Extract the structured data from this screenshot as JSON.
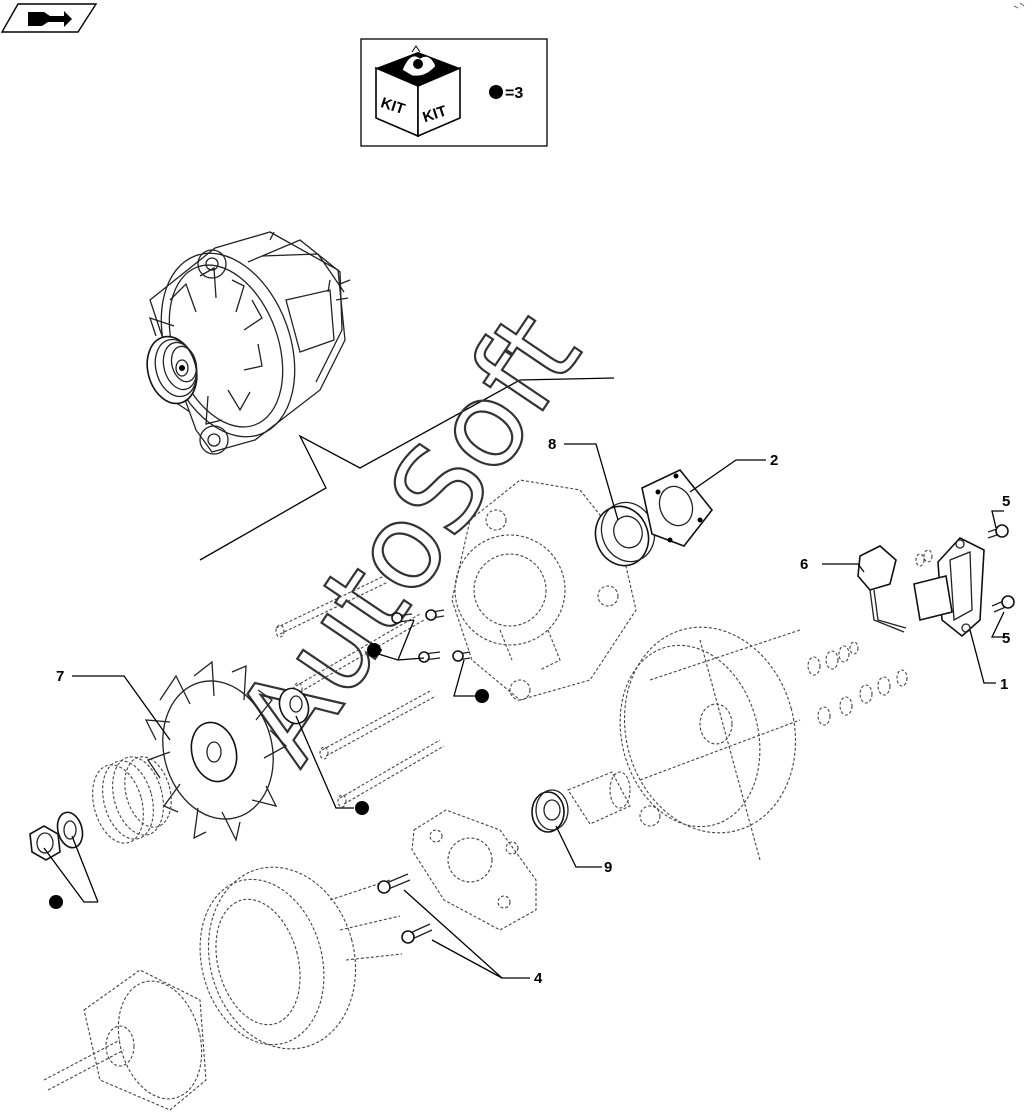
{
  "kit_legend": {
    "box_words": [
      "KIT",
      "KIT"
    ],
    "equals_text": "=3"
  },
  "watermark": "AutoSoft",
  "callouts": [
    {
      "id": "c1",
      "label": "1"
    },
    {
      "id": "c2",
      "label": "2"
    },
    {
      "id": "c4",
      "label": "4"
    },
    {
      "id": "c5a",
      "label": "5"
    },
    {
      "id": "c5b",
      "label": "5"
    },
    {
      "id": "c6",
      "label": "6"
    },
    {
      "id": "c7",
      "label": "7"
    },
    {
      "id": "c8",
      "label": "8"
    },
    {
      "id": "c9",
      "label": "9"
    }
  ],
  "icons": {
    "nav": "page-back-arrow-icon",
    "kit": "kit-box-icon",
    "kit_marker": "black-dot-icon"
  },
  "colors": {
    "ink": "#000000",
    "background": "#ffffff"
  }
}
